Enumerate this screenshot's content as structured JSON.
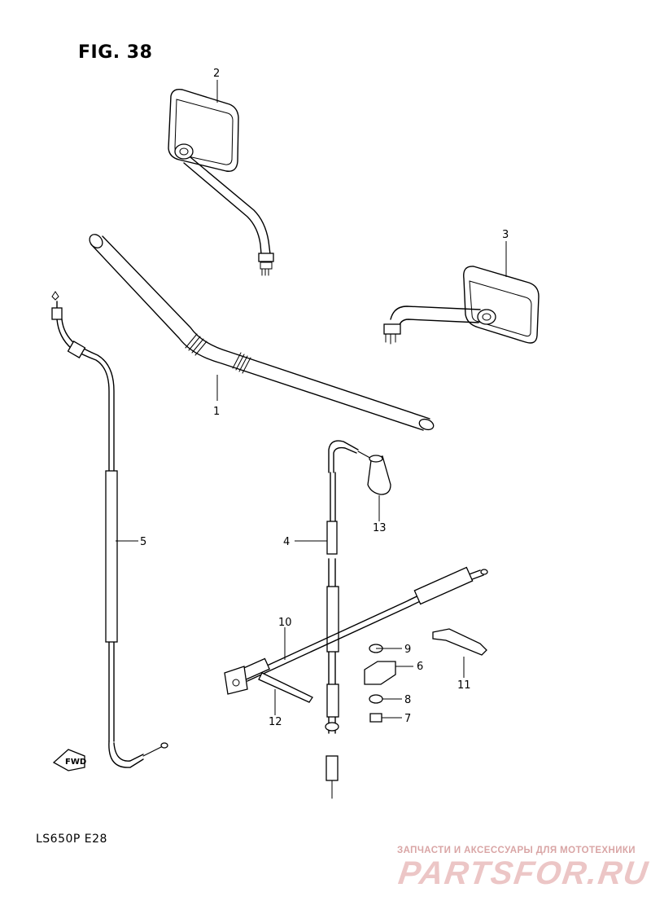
{
  "figure": {
    "title": "FIG. 38"
  },
  "model_code": "LS650P  E28",
  "direction_label": "FWD",
  "watermark": {
    "tagline": "ЗАПЧАСТИ И АКСЕССУАРЫ ДЛЯ МОТОТЕХНИКИ",
    "logo": "PARTSFOR.RU",
    "color": "#e8b4b4"
  },
  "callouts": [
    "1",
    "2",
    "3",
    "4",
    "5",
    "6",
    "7",
    "8",
    "9",
    "10",
    "11",
    "12",
    "13"
  ]
}
